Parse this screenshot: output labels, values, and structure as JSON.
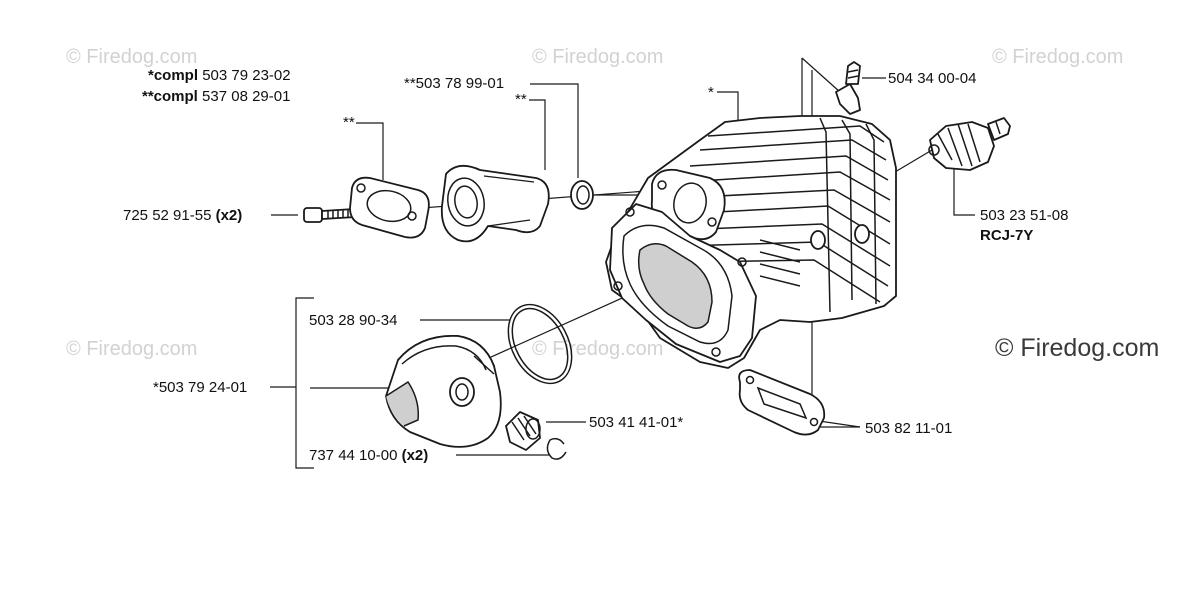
{
  "watermark": {
    "small_text": "© Firedog.com",
    "main_text": "© Firedog.com"
  },
  "labels": {
    "compl_a_prefix": "*compl",
    "compl_a_number": "503 79 23-02",
    "compl_b_prefix": "**compl",
    "compl_b_number": "537 08 29-01",
    "gasket_marker": "**",
    "intake_marker": "**",
    "ring_seal": "**503 78 99-01",
    "cylinder_marker": "*",
    "nipple": "504 34 00-04",
    "screw_number": "725 52 91-55",
    "screw_qty": "(x2)",
    "spark_plug_number": "503 23 51-08",
    "spark_plug_type": "RCJ-7Y",
    "piston_ring": "503 28 90-34",
    "piston": "*503 79 24-01",
    "bearing": "503 41 41-01*",
    "circlip_number": "737 44 10-00",
    "circlip_qty": "(x2)",
    "base_gasket": "503 82 11-01"
  }
}
